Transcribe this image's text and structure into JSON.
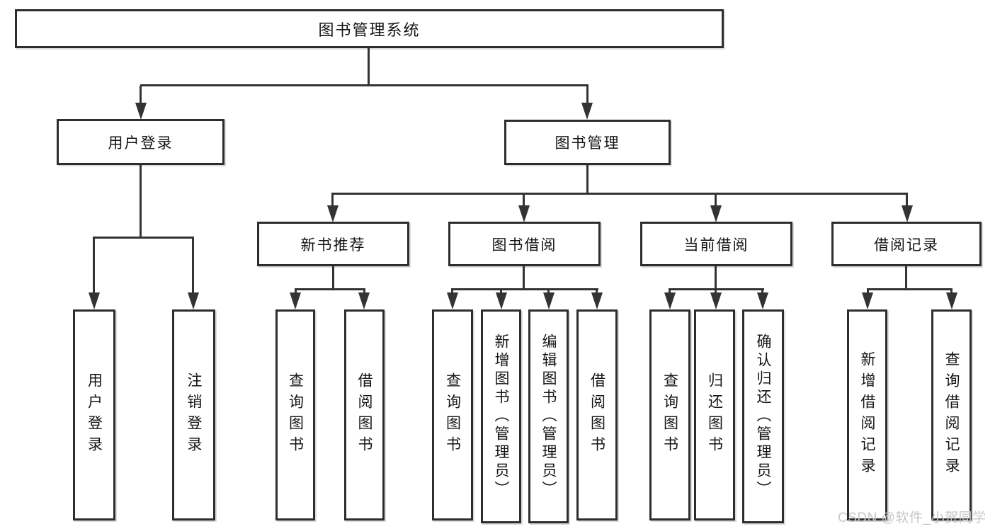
{
  "title": {
    "label": "图书管理系统"
  },
  "level2": {
    "user_login": {
      "label": "用户登录"
    },
    "book_management": {
      "label": "图书管理"
    }
  },
  "level3": {
    "new_book_recommend": {
      "label": "新书推荐"
    },
    "book_borrow": {
      "label": "图书借阅"
    },
    "current_borrow": {
      "label": "当前借阅"
    },
    "borrow_records": {
      "label": "借阅记录"
    }
  },
  "leaves": {
    "user_login": {
      "label": "用户登录"
    },
    "logout": {
      "label": "注销登录"
    },
    "rec_query_books": {
      "label": "查询图书"
    },
    "rec_borrow_books": {
      "label": "借阅图书"
    },
    "bor_query_books": {
      "label": "查询图书"
    },
    "bor_add_books": {
      "label": "新增图书（管理员）"
    },
    "bor_edit_books": {
      "label": "编辑图书（管理员）"
    },
    "bor_borrow_books": {
      "label": "借阅图书"
    },
    "cur_query_books": {
      "label": "查询图书"
    },
    "cur_return_books": {
      "label": "归还图书"
    },
    "cur_confirm_return": {
      "label": "确认归还（管理员）"
    },
    "rcd_add_record": {
      "label": "新增借阅记录"
    },
    "rcd_query_record": {
      "label": "查询借阅记录"
    }
  },
  "watermark": {
    "text": "CSDN @软件_小贺同学"
  },
  "colors": {
    "background": "#ffffff",
    "line": "#333333",
    "border": "#2d2d2d",
    "text": "#141414",
    "watermark": "#c7c7c9"
  }
}
